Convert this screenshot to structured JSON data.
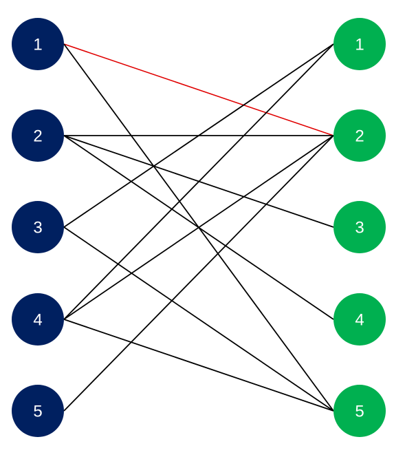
{
  "graph": {
    "left_nodes": [
      {
        "label": "1"
      },
      {
        "label": "2"
      },
      {
        "label": "3"
      },
      {
        "label": "4"
      },
      {
        "label": "5"
      }
    ],
    "right_nodes": [
      {
        "label": "1"
      },
      {
        "label": "2"
      },
      {
        "label": "3"
      },
      {
        "label": "4"
      },
      {
        "label": "5"
      }
    ],
    "edges": [
      {
        "from": 1,
        "to": 2,
        "highlight": true
      },
      {
        "from": 1,
        "to": 5,
        "highlight": false
      },
      {
        "from": 2,
        "to": 2,
        "highlight": false
      },
      {
        "from": 2,
        "to": 3,
        "highlight": false
      },
      {
        "from": 2,
        "to": 4,
        "highlight": false
      },
      {
        "from": 3,
        "to": 1,
        "highlight": false
      },
      {
        "from": 3,
        "to": 5,
        "highlight": false
      },
      {
        "from": 4,
        "to": 1,
        "highlight": false
      },
      {
        "from": 4,
        "to": 2,
        "highlight": false
      },
      {
        "from": 4,
        "to": 5,
        "highlight": false
      },
      {
        "from": 5,
        "to": 2,
        "highlight": false
      }
    ],
    "colors": {
      "left_node": "#002060",
      "right_node": "#00b050",
      "edge": "#000000",
      "highlight_edge": "#e00000",
      "label": "#ffffff"
    }
  }
}
